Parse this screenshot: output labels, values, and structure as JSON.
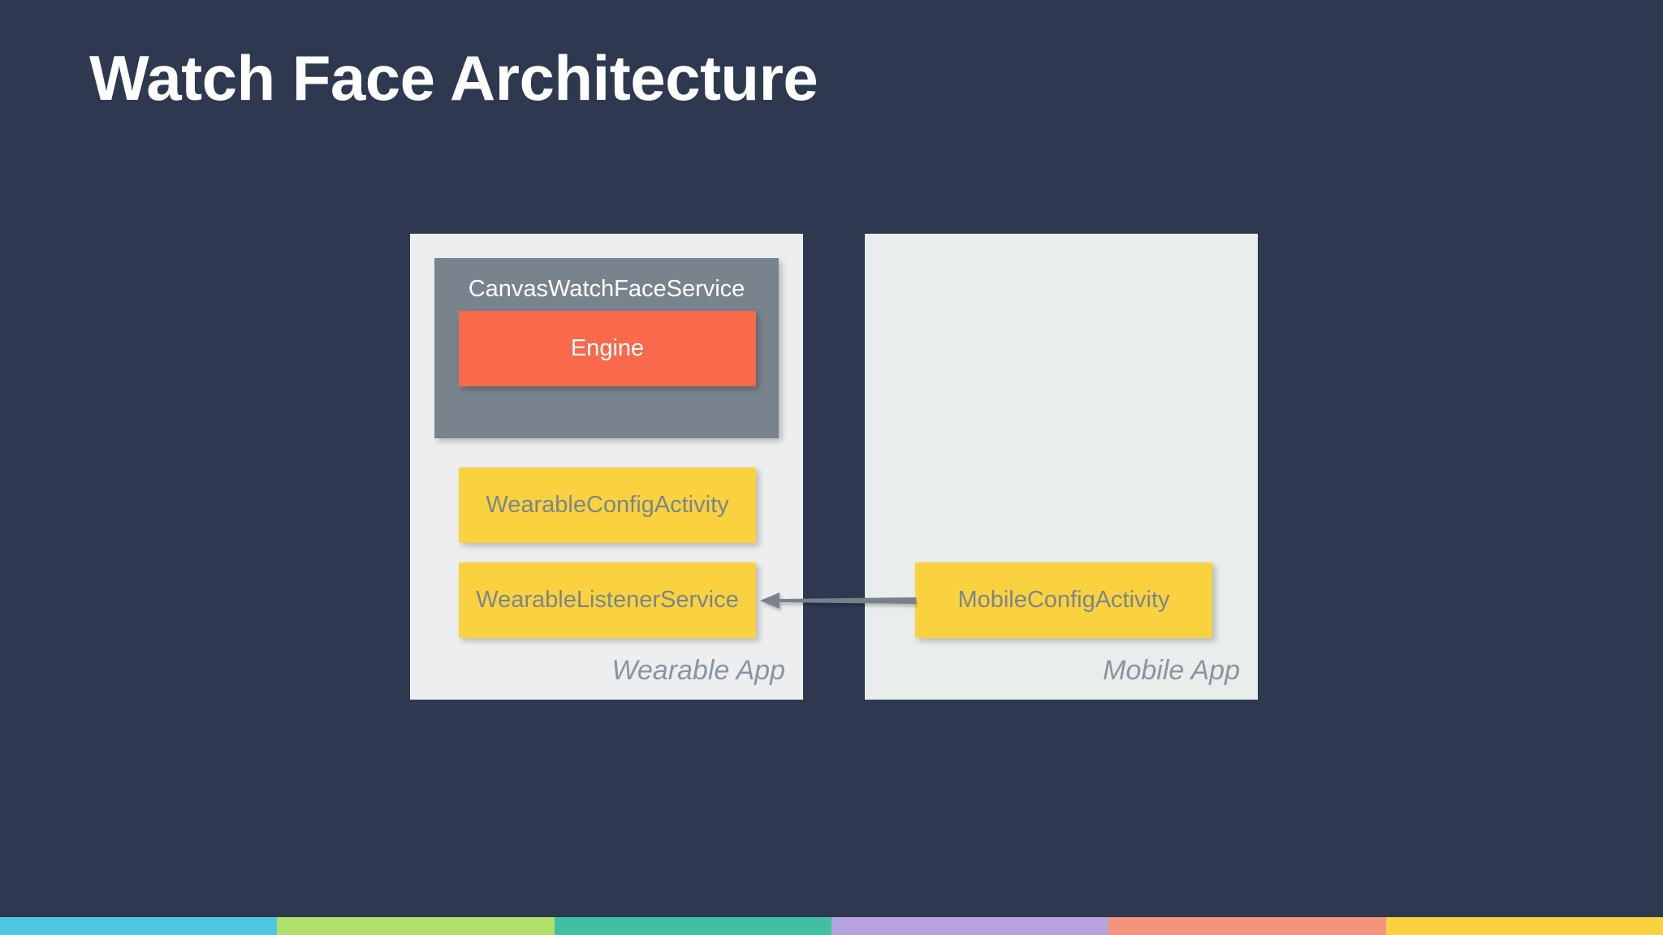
{
  "slide": {
    "title": "Watch Face Architecture",
    "background_color": "#2e3950",
    "title_color": "#ffffff"
  },
  "wearable_panel": {
    "label": "Wearable App",
    "background_color": "#edeef0",
    "service_box": {
      "title": "CanvasWatchFaceService",
      "color": "#78838e",
      "text_color": "#ffffff",
      "engine_box": {
        "label": "Engine",
        "color": "#f9694b",
        "text_color": "#ffffff"
      }
    },
    "boxes": [
      {
        "label": "WearableConfigActivity",
        "color": "#fad23f",
        "text_color": "#7d848b"
      },
      {
        "label": "WearableListenerService",
        "color": "#fad23f",
        "text_color": "#7d848b"
      }
    ]
  },
  "mobile_panel": {
    "label": "Mobile App",
    "background_color": "#e9eeed",
    "boxes": [
      {
        "label": "MobileConfigActivity",
        "color": "#fad23f",
        "text_color": "#7d848b"
      }
    ]
  },
  "connector": {
    "icon": "left-arrow-icon",
    "from": "MobileConfigActivity",
    "to": "WearableListenerService",
    "direction": "left",
    "color": "#77818c"
  },
  "bottom_strip": {
    "colors": [
      "#4ec8e0",
      "#b0e06a",
      "#41bfa3",
      "#b5a3e0",
      "#f4947e",
      "#fad23f"
    ]
  }
}
